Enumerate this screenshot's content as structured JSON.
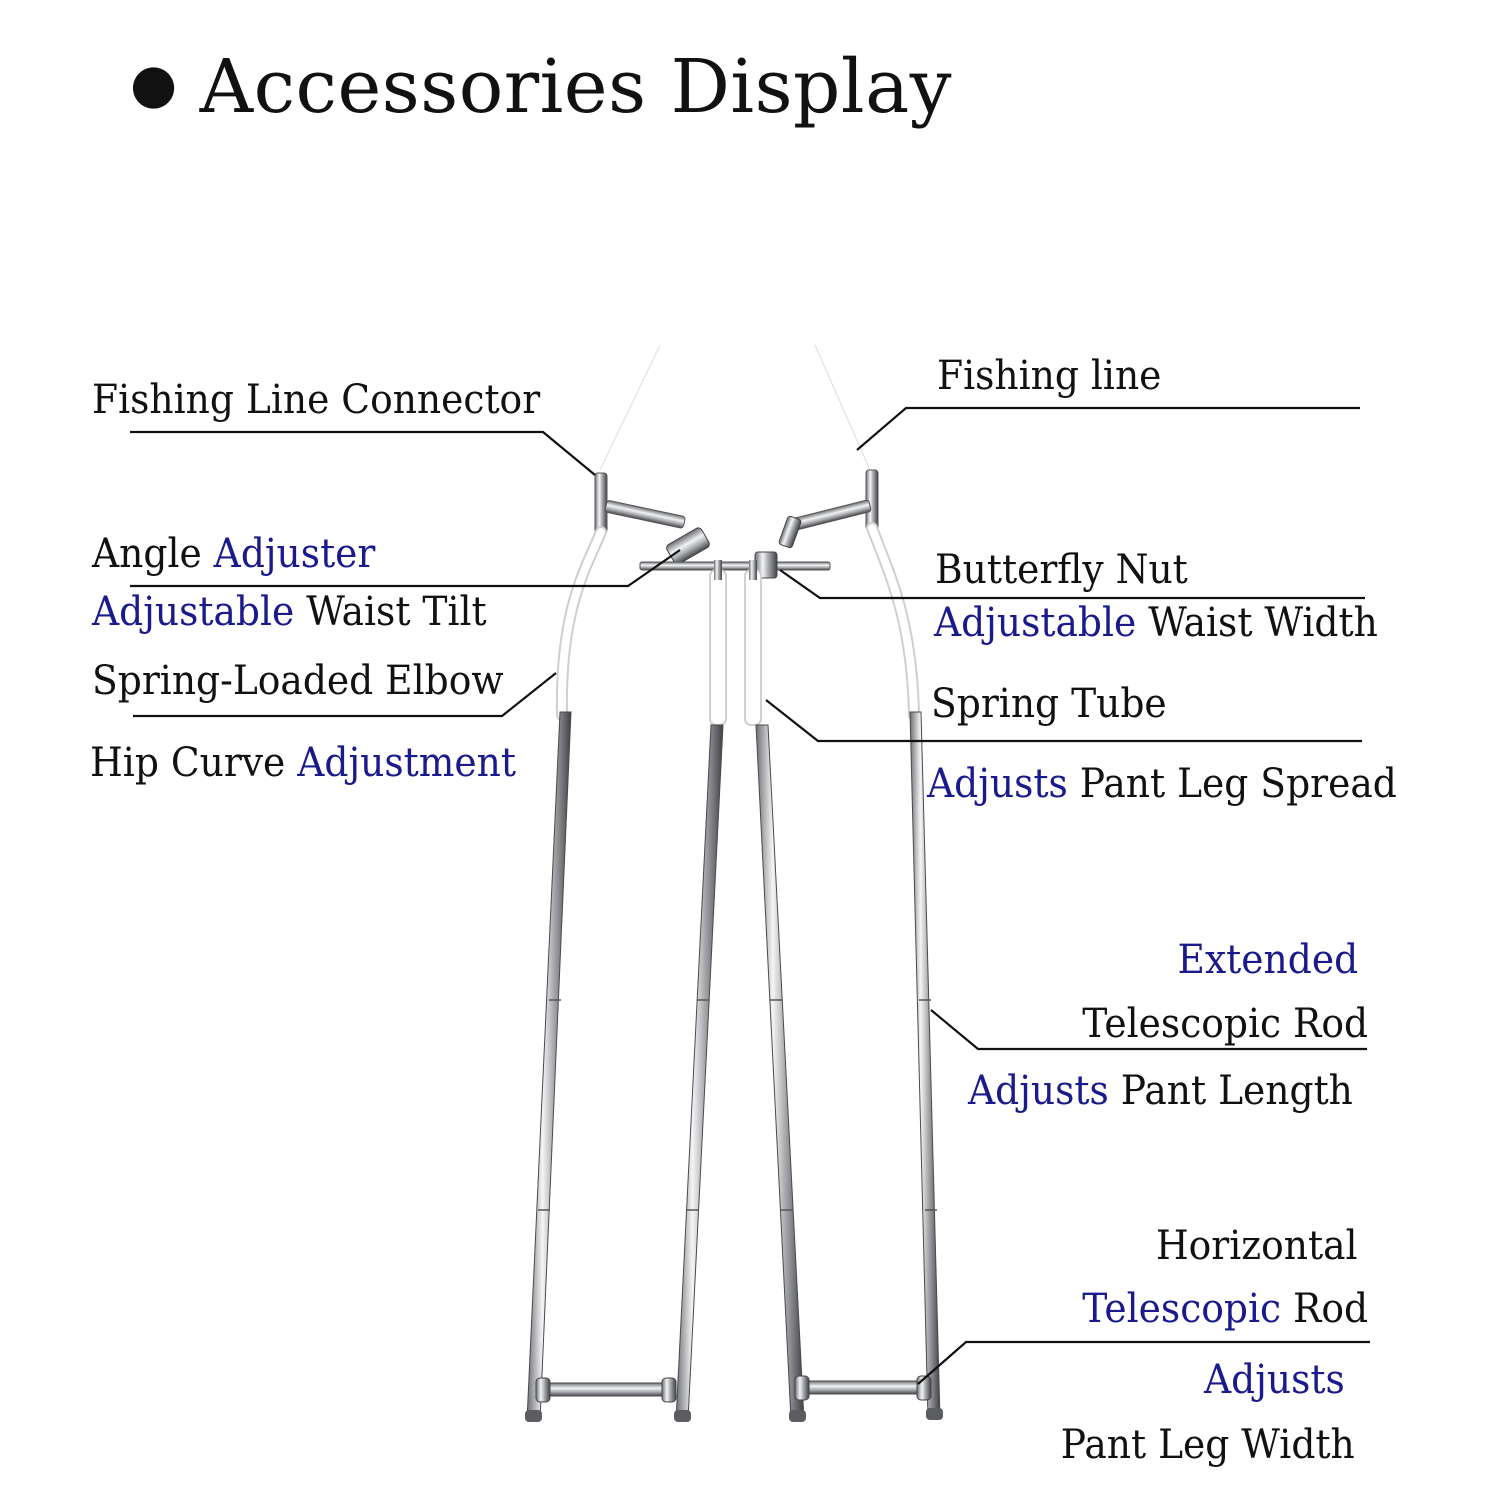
{
  "title": "Accessories Display",
  "accent_color": "#1a1a8c",
  "text_color": "#111111",
  "labels": {
    "fishing_line_connector": "Fishing Line Connector",
    "fishing_line": "Fishing line",
    "angle_adjuster": {
      "part1": "Angle",
      "part2": "Adjuster"
    },
    "adjustable_waist_tilt": {
      "part1": "Adjustable",
      "part2": "Waist Tilt"
    },
    "butterfly_nut": "Butterfly Nut",
    "adjustable_waist_width": {
      "part1": "Adjustable",
      "part2": "Waist Width"
    },
    "spring_loaded_elbow": "Spring-Loaded Elbow",
    "hip_curve_adjustment": {
      "part1": "Hip Curve",
      "part2": "Adjustment"
    },
    "spring_tube": "Spring Tube",
    "adjusts_pant_leg_spread": {
      "part1": "Adjusts",
      "part2": "Pant Leg Spread"
    },
    "extended": "Extended",
    "telescopic_rod": "Telescopic Rod",
    "adjusts_pant_length": {
      "part1": "Adjusts",
      "part2": "Pant Length"
    },
    "horizontal": "Horizontal",
    "horizontal_telescopic_rod": {
      "part1": "Telescopic",
      "part2": "Rod"
    },
    "adjusts": "Adjusts",
    "pant_leg_width": "Pant Leg Width"
  }
}
